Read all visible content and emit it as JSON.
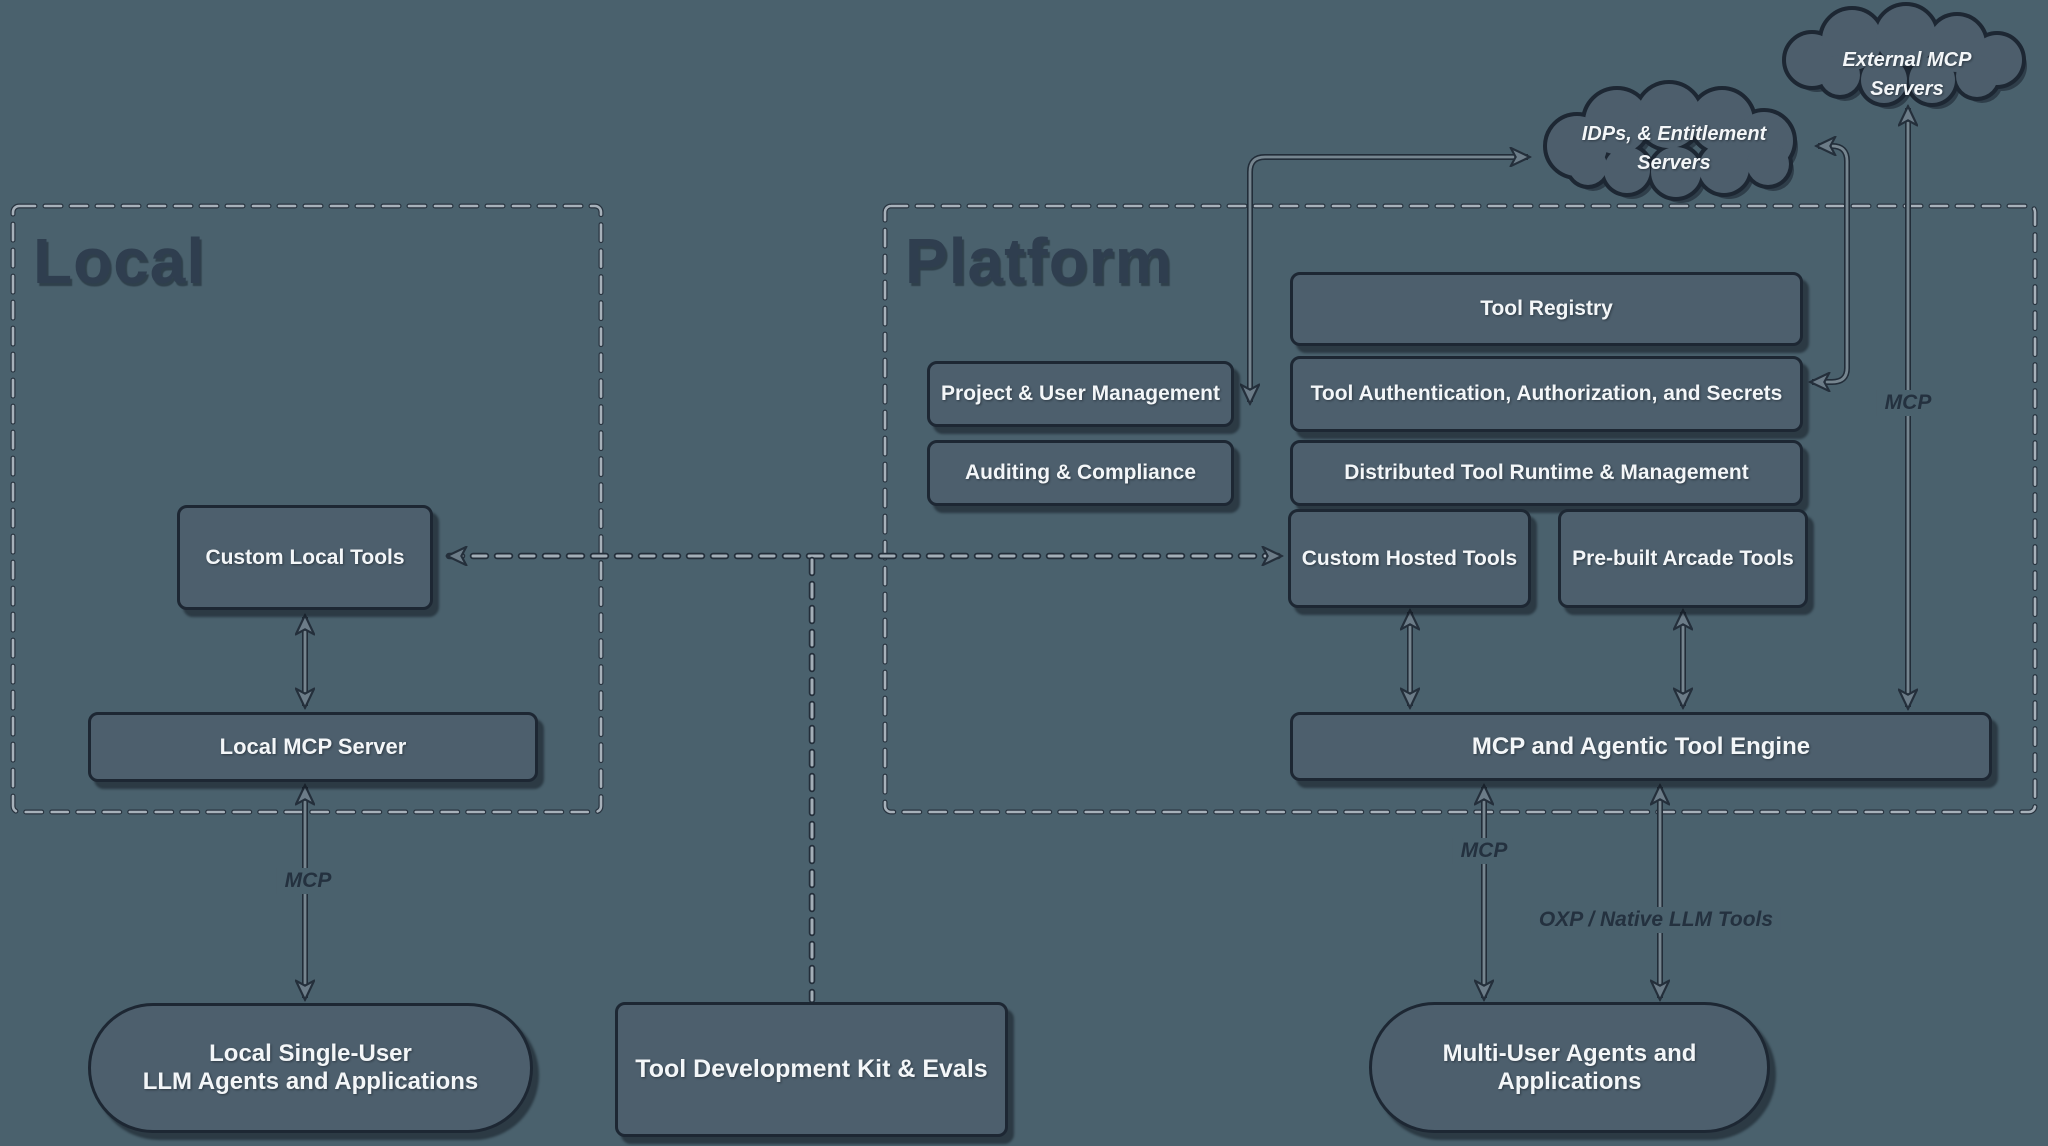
{
  "groups": {
    "local": "Local",
    "platform": "Platform"
  },
  "clouds": {
    "external": "External MCP Servers",
    "idps": "IDPs, & Entitlement Servers"
  },
  "nodes": {
    "tool_registry": "Tool Registry",
    "project_user_mgmt": "Project & User Management",
    "tool_auth": "Tool Authentication, Authorization, and Secrets",
    "auditing": "Auditing & Compliance",
    "distributed_runtime": "Distributed Tool Runtime & Management",
    "custom_hosted": "Custom Hosted Tools",
    "prebuilt_arcade": "Pre-built Arcade Tools",
    "custom_local": "Custom Local Tools",
    "local_mcp_server": "Local MCP Server",
    "engine": "MCP and Agentic Tool Engine",
    "tdk": "Tool Development Kit & Evals"
  },
  "bubbles": {
    "local_agents_line1": "Local Single-User",
    "local_agents_line2": "LLM Agents and Applications",
    "multi_user_line1": "Multi-User Agents and",
    "multi_user_line2": "Applications"
  },
  "edge_labels": {
    "mcp_local": "MCP",
    "mcp_engine": "MCP",
    "oxp": "OXP / Native LLM Tools",
    "mcp_external": "MCP"
  },
  "colors": {
    "background": "#4a616d",
    "node_fill": "#4d5f6d",
    "node_border": "#1d2733",
    "text": "#f3f6f8",
    "title": "#2f3e4f",
    "line": "#76858f",
    "dash": "#a3aeb7"
  }
}
